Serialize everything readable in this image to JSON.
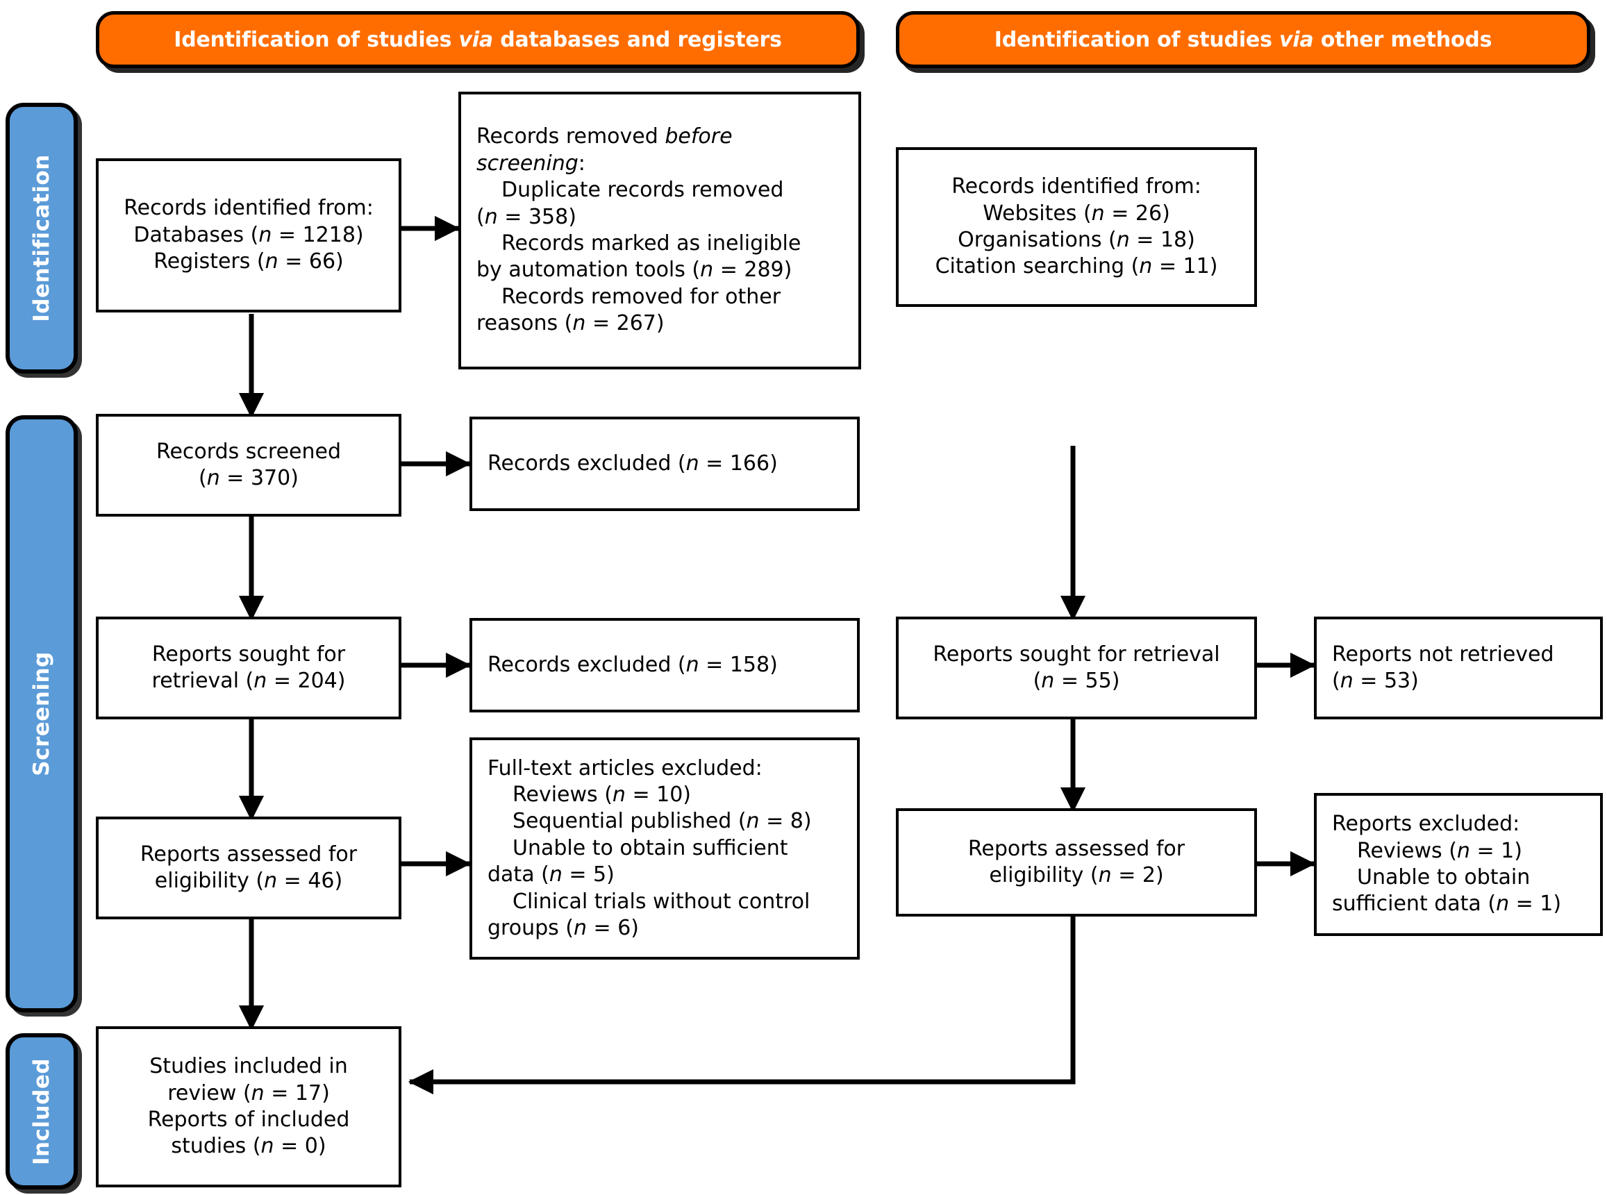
{
  "columns": [
    {
      "id": "databases",
      "title_prefix": "Identification of studies ",
      "title_italic": "via",
      "title_suffix": " databases and registers"
    },
    {
      "id": "other",
      "title_prefix": "Identification of studies ",
      "title_italic": "via",
      "title_suffix": " other methods"
    }
  ],
  "stages": [
    {
      "id": "identification",
      "label": "Identification"
    },
    {
      "id": "screening",
      "label": "Screening"
    },
    {
      "id": "included",
      "label": "Included"
    }
  ],
  "nodes": {
    "records_identified_db": {
      "lines": [
        {
          "text": "Records identified from:"
        },
        {
          "text": "Databases (",
          "italic_n": true,
          "tail": " = 1218)"
        },
        {
          "text": "Registers (",
          "italic_n": true,
          "tail": " = 66)"
        }
      ]
    },
    "records_removed_before_screening": {
      "lines": [
        {
          "text": "Records removed ",
          "italic_run": "before"
        },
        {
          "italic_run": "screening",
          "tail": ":"
        },
        {
          "indent": true,
          "text": "Duplicate records removed"
        },
        {
          "text": "(",
          "italic_n": true,
          "tail": " = 358)"
        },
        {
          "indent": true,
          "text": "Records marked as ineligible"
        },
        {
          "text": "by automation tools (",
          "italic_n": true,
          "tail": " = 289)"
        },
        {
          "indent": true,
          "text": "Records removed for other"
        },
        {
          "text": "reasons (",
          "italic_n": true,
          "tail": " = 267)"
        }
      ]
    },
    "records_screened": {
      "lines": [
        {
          "text": "Records screened"
        },
        {
          "text": "(",
          "italic_n": true,
          "tail": " = 370)"
        }
      ]
    },
    "records_excluded_166": {
      "lines": [
        {
          "text": "Records excluded (",
          "italic_n": true,
          "tail": " = 166)"
        }
      ]
    },
    "reports_sought_db": {
      "lines": [
        {
          "text": "Reports sought for"
        },
        {
          "text": "retrieval (",
          "italic_n": true,
          "tail": " = 204)"
        }
      ]
    },
    "records_excluded_158": {
      "lines": [
        {
          "text": "Records excluded (",
          "italic_n": true,
          "tail": " = 158)"
        }
      ]
    },
    "reports_assessed_db": {
      "lines": [
        {
          "text": "Reports assessed for"
        },
        {
          "text": "eligibility (",
          "italic_n": true,
          "tail": " = 46)"
        }
      ]
    },
    "fulltext_excluded": {
      "lines": [
        {
          "text": "Full-text articles excluded:"
        },
        {
          "indent": true,
          "text": "Reviews (",
          "italic_n": true,
          "tail": " = 10)"
        },
        {
          "indent": true,
          "text": "Sequential published (",
          "italic_n": true,
          "tail": " = 8)"
        },
        {
          "indent": true,
          "text": "Unable to obtain sufficient"
        },
        {
          "text": "data (",
          "italic_n": true,
          "tail": " = 5)"
        },
        {
          "indent": true,
          "text": "Clinical trials without control"
        },
        {
          "text": "groups (",
          "italic_n": true,
          "tail": " = 6)"
        }
      ]
    },
    "studies_included": {
      "lines": [
        {
          "text": "Studies included in"
        },
        {
          "text": "review (",
          "italic_n": true,
          "tail": " = 17)"
        },
        {
          "text": "Reports of included"
        },
        {
          "text": "studies (",
          "italic_n": true,
          "tail": " = 0)"
        }
      ]
    },
    "records_identified_other": {
      "lines": [
        {
          "text": "Records identified from:"
        },
        {
          "text": "Websites (",
          "italic_n": true,
          "tail": " = 26)"
        },
        {
          "text": "Organisations (",
          "italic_n": true,
          "tail": " = 18)"
        },
        {
          "text": "Citation searching (",
          "italic_n": true,
          "tail": " = 11)"
        }
      ]
    },
    "reports_sought_other": {
      "lines": [
        {
          "text": "Reports sought for retrieval"
        },
        {
          "text": "(",
          "italic_n": true,
          "tail": " = 55)"
        }
      ]
    },
    "reports_not_retrieved": {
      "lines": [
        {
          "text": "Reports not retrieved"
        },
        {
          "text": "(",
          "italic_n": true,
          "tail": " = 53)"
        }
      ]
    },
    "reports_assessed_other": {
      "lines": [
        {
          "text": "Reports assessed for"
        },
        {
          "text": "eligibility (",
          "italic_n": true,
          "tail": " = 2)"
        }
      ]
    },
    "reports_excluded_other": {
      "lines": [
        {
          "text": "Reports excluded:"
        },
        {
          "indent": true,
          "text": "Reviews (",
          "italic_n": true,
          "tail": " = 1)"
        },
        {
          "indent": true,
          "text": "Unable to obtain"
        },
        {
          "text": "sufficient data (",
          "italic_n": true,
          "tail": " = 1)"
        }
      ]
    }
  },
  "colors": {
    "header_orange": "#FF6D00",
    "stage_blue": "#5B9BD8",
    "outline": "#000000",
    "text_on_color": "#FFFFFF",
    "node_text": "#000000",
    "page_background": "#FFFFFF"
  }
}
